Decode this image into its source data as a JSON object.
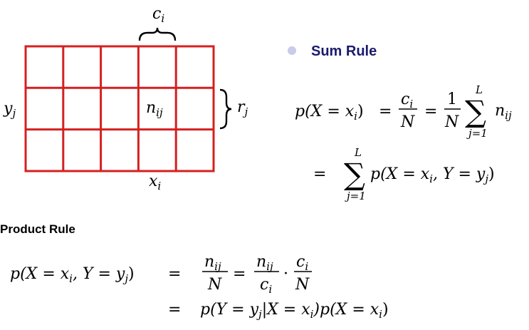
{
  "colors": {
    "grid": "#d42020",
    "bullet": "#c8cce8",
    "sum_rule_heading": "#1a1a6e"
  },
  "grid": {
    "rows": 3,
    "cols": 5,
    "column_label": "c_i",
    "row_label": "y_j",
    "cell_label": "n_ij",
    "row_sum_label": "r_j",
    "x_label": "x_i"
  },
  "sum_rule": {
    "heading": "Sum Rule",
    "bullet_icon": "bullet-dot",
    "line1": {
      "lhs": "p(X = x",
      "lhs_sub": "i",
      "lhs_close": ")",
      "eq1": "=",
      "frac1_num": "c",
      "frac1_num_sub": "i",
      "frac1_den": "N",
      "eq2": "=",
      "frac2_num": "1",
      "frac2_den": "N",
      "sum_sym": "∑",
      "sum_upper": "L",
      "sum_lower": "j=1",
      "term": "n",
      "term_sub": "ij"
    },
    "line2": {
      "eq": "=",
      "sum_sym": "∑",
      "sum_upper": "L",
      "sum_lower": "j=1",
      "term": "p(X = x",
      "term_sub1": "i",
      "term_mid": ", Y = y",
      "term_sub2": "j",
      "term_close": ")"
    }
  },
  "product_rule": {
    "heading": "Product Rule",
    "line1": {
      "lhs": "p(X = x",
      "lhs_sub1": "i",
      "lhs_mid": ", Y = y",
      "lhs_sub2": "j",
      "lhs_close": ")",
      "eq": "=",
      "frac1_num": "n",
      "frac1_num_sub": "ij",
      "frac1_den": "N",
      "eq2": "=",
      "frac2_num": "n",
      "frac2_num_sub": "ij",
      "frac2_den": "c",
      "frac2_den_sub": "i",
      "dot": "·",
      "frac3_num": "c",
      "frac3_num_sub": "i",
      "frac3_den": "N"
    },
    "line2": {
      "eq": "=",
      "expr_a": "p(Y = y",
      "expr_a_sub": "j",
      "expr_b": "|X = x",
      "expr_b_sub": "i",
      "expr_c": ")p(X = x",
      "expr_c_sub": "i",
      "expr_d": ")"
    }
  }
}
